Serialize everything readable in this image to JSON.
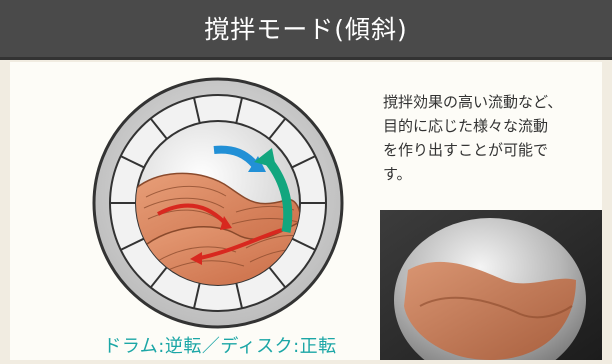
{
  "header": {
    "title": "撹拌モード(傾斜)"
  },
  "diagram": {
    "caption": "ドラム:逆転／ディスク:正転",
    "colors": {
      "drum_arrow": "#12a67e",
      "disc_arrow": "#2290d6",
      "material_arrow": "#d8281f",
      "material": "#d9825a",
      "caption": "#1ba6a6"
    }
  },
  "description": {
    "lines": [
      "撹拌効果の高い流動など、",
      "目的に応じた様々な流動",
      "を作り出すことが可能で",
      "す。"
    ]
  }
}
